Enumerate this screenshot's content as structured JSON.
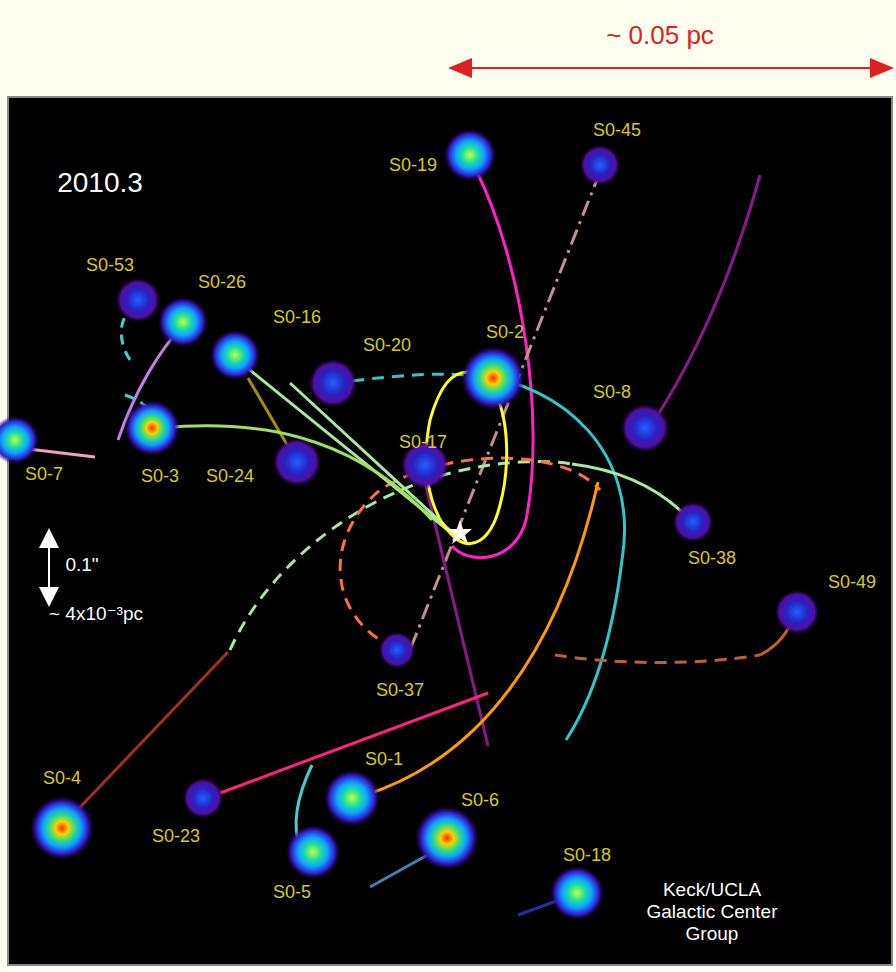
{
  "diagram": {
    "labels": [
      "~ 0.05 pc",
      "2010.3",
      "S0-19",
      "S0-45",
      "S0-53",
      "S0-26",
      "S0-16",
      "S0-20",
      "S0-2",
      "S0-8",
      "S0-7",
      "S0-3",
      "S0-24",
      "S0-17",
      "S0-38",
      "S0-49",
      "S0-37",
      "S0-4",
      "S0-1",
      "S0-6",
      "S0-23",
      "S0-5",
      "S0-18",
      "0.1\"",
      "~ 4x10⁻³pc",
      "Keck/UCLA Galactic Center Group"
    ]
  }
}
